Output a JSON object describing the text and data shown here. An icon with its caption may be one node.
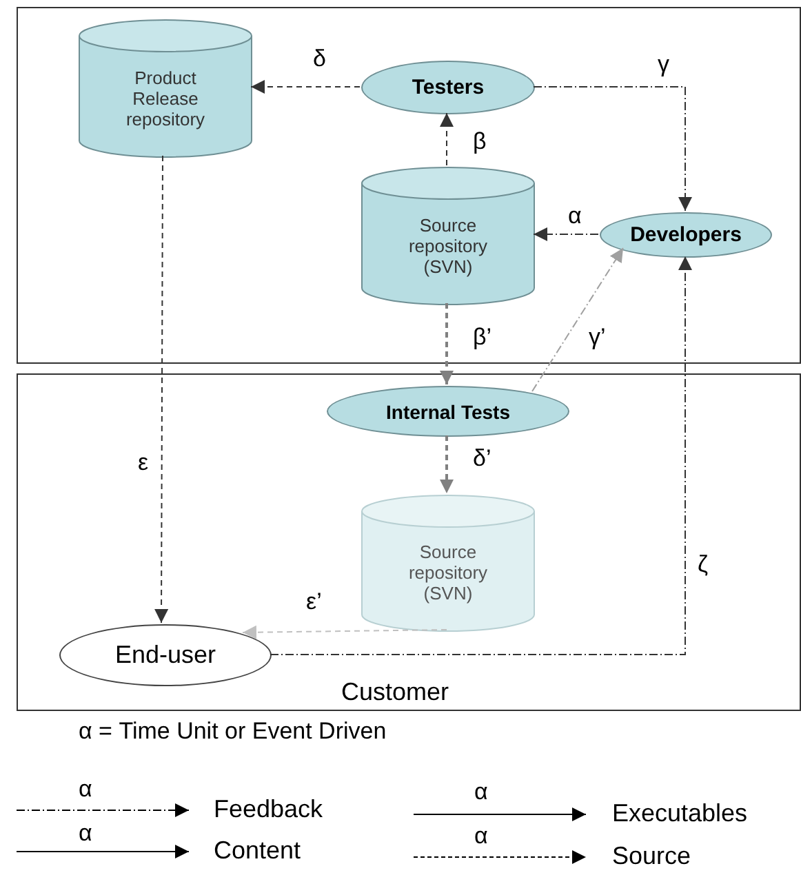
{
  "diagram": {
    "nodes": [
      {
        "text": [],
        "shape": "box"
      },
      {
        "text": [
          "Product Release repository"
        ],
        "in": 0
      },
      {
        "text": [
          "Testers"
        ],
        "in": 0
      },
      {
        "text": [
          "Source repository (SVN)"
        ],
        "in": 0
      },
      {
        "text": [
          "Developers"
        ],
        "in": 0
      },
      {
        "text": [
          "Customer"
        ]
      },
      {
        "text": [
          "Internal Tests"
        ],
        "in": 5
      },
      {
        "text": [
          "Source repository (SVN)"
        ],
        "in": 5
      },
      {
        "text": [
          "End-user"
        ],
        "in": 5
      }
    ],
    "edges": [
      {
        "from": 2,
        "to": 1,
        "arrow": "to",
        "label": "δ",
        "style": "dashed"
      },
      {
        "from": 2,
        "to": 4,
        "arrow": "to",
        "label": "γ"
      },
      {
        "from": 3,
        "to": 2,
        "arrow": "to",
        "label": "β",
        "style": "dashed"
      },
      {
        "from": 4,
        "to": 3,
        "arrow": "to",
        "label": "α"
      },
      {
        "from": 3,
        "to": 6,
        "arrow": "to",
        "label": "β’",
        "style": "dashed",
        "color": "#808080"
      },
      {
        "from": 6,
        "to": 4,
        "arrow": "to",
        "label": "γ’",
        "color": "#a0a0a0"
      },
      {
        "from": 6,
        "to": 7,
        "arrow": "to",
        "label": "δ’",
        "style": "dashed",
        "color": "#808080"
      },
      {
        "from": 7,
        "to": 8,
        "arrow": "to",
        "label": "ε’",
        "style": "dashed",
        "color": "#c0c0c0"
      },
      {
        "from": 1,
        "to": 8,
        "arrow": "to",
        "label": "ε",
        "style": "dashed"
      },
      {
        "from": 8,
        "to": 4,
        "arrow": "to",
        "label": "ζ"
      }
    ],
    "labels": [
      "α = Time Unit or Event Driven",
      "α",
      "α",
      "α",
      "α"
    ],
    "legend": [
      {
        "text": "Feedback"
      },
      {
        "text": "Content"
      },
      {
        "text": "Executables"
      },
      {
        "text": "Source"
      }
    ]
  }
}
